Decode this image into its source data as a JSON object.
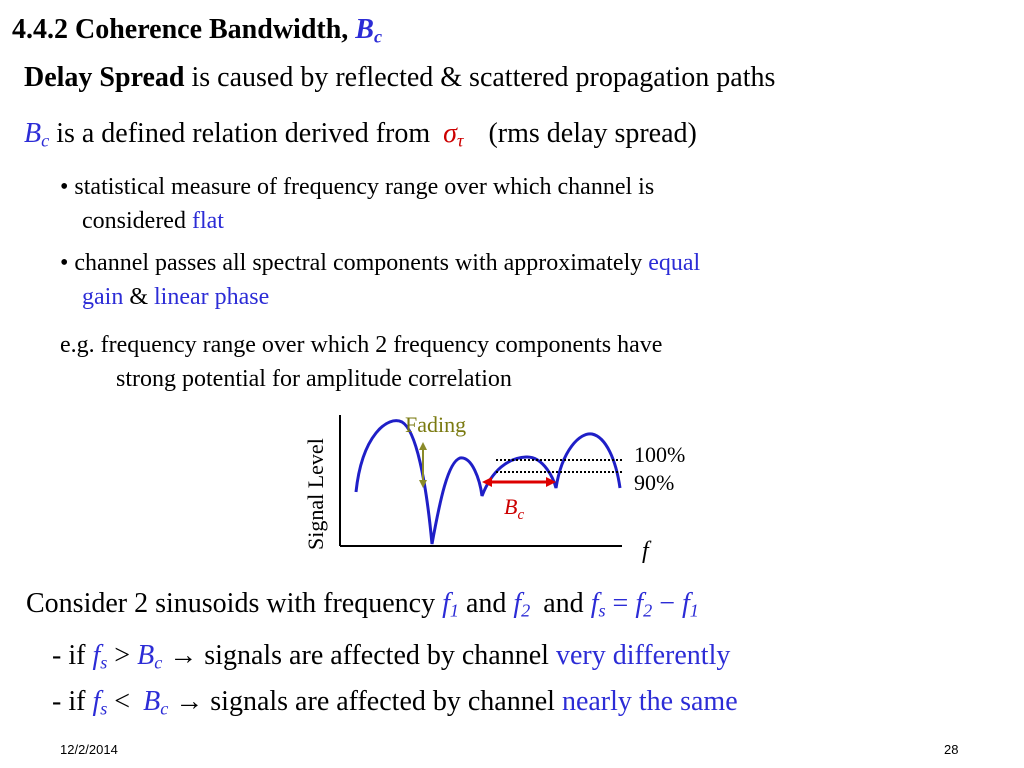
{
  "slide": {
    "title_text": "4.4.2 Coherence Bandwidth,",
    "title_sym": "B",
    "title_sub": "c",
    "line1_bold": "Delay Spread",
    "line1_rest": "is caused by reflected & scattered propagation paths",
    "line2_sym": "B",
    "line2_sub": "c",
    "line2_text": "is a defined relation derived from",
    "sigma": "σ",
    "tau": "τ",
    "line2_paren": "(rms delay spread)",
    "bullet1_a": "• statistical measure of frequency range over which channel is",
    "bullet1_b": "considered",
    "bullet1_flat": "flat",
    "bullet2_a": "• channel passes all spectral components with approximately",
    "bullet2_equal": "equal",
    "bullet2_gain": "gain",
    "bullet2_amp": "&",
    "bullet2_linear": "linear phase",
    "eg_a": "e.g. frequency range over which 2 frequency components  have",
    "eg_b": "strong potential for amplitude correlation"
  },
  "diagram": {
    "ylabel": "Signal Level",
    "xlabel": "f",
    "fading": "Fading",
    "level_100": "100%",
    "level_90": "90%",
    "bc_sym": "B",
    "bc_sub": "c"
  },
  "conclusion": {
    "consider_text": "Consider 2 sinusoids with frequency",
    "f1": "f",
    "f1_sub": "1",
    "and1": "and",
    "f2": "f",
    "f2_sub": "2",
    "and2": "and",
    "fs_expr": "f",
    "fs_sub": "s",
    "eq": "=",
    "eq_f2": "f",
    "eq_f2_sub": "2",
    "minus": "−",
    "eq_f1": "f",
    "eq_f1_sub": "1",
    "if1_prefix": "- if",
    "if1_fs": "f",
    "if1_fs_sub": "s",
    "if1_op": ">",
    "if1_bc": "B",
    "if1_bc_sub": "c",
    "arrow": "→",
    "if1_text": "signals are affected by channel",
    "if1_highlight": "very differently",
    "if2_prefix": "- if",
    "if2_fs": "f",
    "if2_fs_sub": "s",
    "if2_op": "<",
    "if2_bc": "B",
    "if2_bc_sub": "c",
    "if2_text": "signals are affected by channel",
    "if2_highlight": "nearly the same"
  },
  "footer": {
    "date": "12/2/2014",
    "page": "28"
  }
}
